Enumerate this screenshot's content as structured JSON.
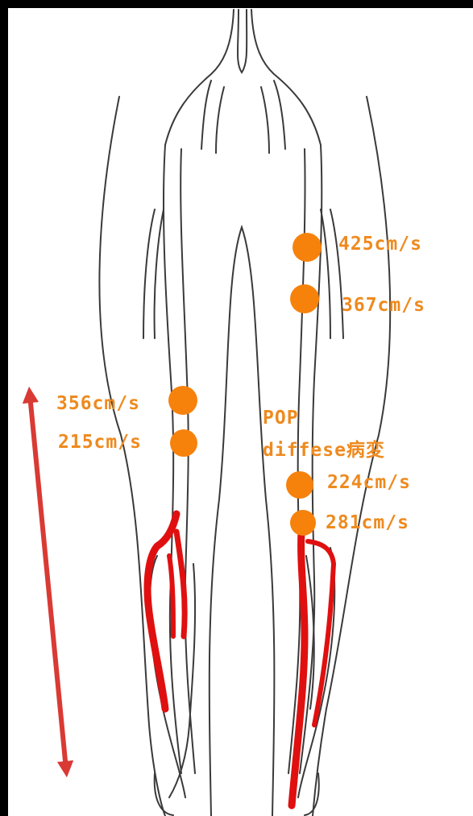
{
  "diagram": {
    "colors": {
      "outline": "#3a3a3a",
      "lesion": "#e01010",
      "marker": "#f6820c",
      "label": "#ee8a1f",
      "arrow": "#d93a34",
      "frame": "#000000",
      "background": "#ffffff"
    },
    "labels": {
      "l1": "425cm/s",
      "l2": "367cm/s",
      "l3": "356cm/s",
      "l4": "215cm/s",
      "pop": "POP",
      "diffuse": "diffese病変",
      "l5": "224cm/s",
      "l6": "281cm/s"
    }
  }
}
